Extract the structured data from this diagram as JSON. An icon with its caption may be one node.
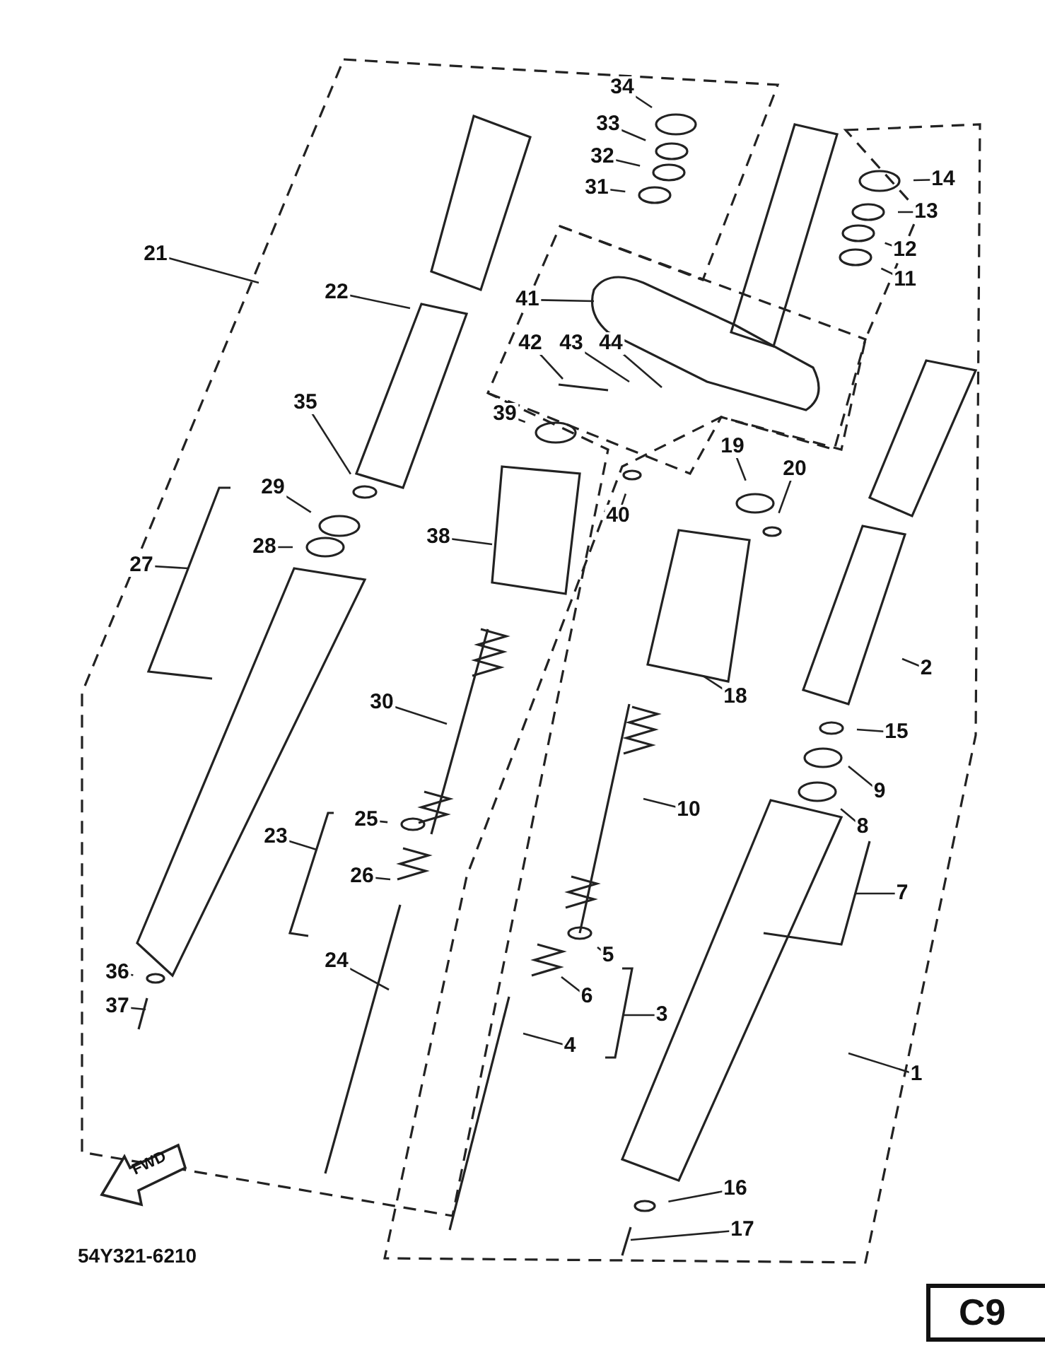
{
  "diagram": {
    "nodes": [
      {
        "text": [
          "1"
        ]
      },
      {
        "text": [
          "2"
        ]
      },
      {
        "text": [
          "3"
        ]
      },
      {
        "text": [
          "4"
        ]
      },
      {
        "text": [
          "5"
        ]
      },
      {
        "text": [
          "6"
        ]
      },
      {
        "text": [
          "7"
        ]
      },
      {
        "text": [
          "8"
        ]
      },
      {
        "text": [
          "9"
        ]
      },
      {
        "text": [
          "10"
        ]
      },
      {
        "text": [
          "11"
        ]
      },
      {
        "text": [
          "12"
        ]
      },
      {
        "text": [
          "13"
        ]
      },
      {
        "text": [
          "14"
        ]
      },
      {
        "text": [
          "15"
        ]
      },
      {
        "text": [
          "16"
        ]
      },
      {
        "text": [
          "17"
        ]
      },
      {
        "text": [
          "18"
        ]
      },
      {
        "text": [
          "19"
        ]
      },
      {
        "text": [
          "20"
        ]
      },
      {
        "text": [
          "21"
        ]
      },
      {
        "text": [
          "22"
        ]
      },
      {
        "text": [
          "23"
        ]
      },
      {
        "text": [
          "24"
        ]
      },
      {
        "text": [
          "25"
        ]
      },
      {
        "text": [
          "26"
        ]
      },
      {
        "text": [
          "27"
        ]
      },
      {
        "text": [
          "28"
        ]
      },
      {
        "text": [
          "29"
        ]
      },
      {
        "text": [
          "30"
        ]
      },
      {
        "text": [
          "31"
        ]
      },
      {
        "text": [
          "32"
        ]
      },
      {
        "text": [
          "33"
        ]
      },
      {
        "text": [
          "34"
        ]
      },
      {
        "text": [
          "35"
        ]
      },
      {
        "text": [
          "36"
        ]
      },
      {
        "text": [
          "37"
        ]
      },
      {
        "text": [
          "38"
        ]
      },
      {
        "text": [
          "39"
        ]
      },
      {
        "text": [
          "40"
        ]
      },
      {
        "text": [
          "41"
        ]
      },
      {
        "text": [
          "42"
        ]
      },
      {
        "text": [
          "43"
        ]
      },
      {
        "text": [
          "44"
        ]
      },
      {
        "text": [],
        "shape": "bracket"
      },
      {
        "text": [],
        "shape": "bracket"
      },
      {
        "text": [],
        "shape": "bracket"
      },
      {
        "text": [],
        "shape": "bracket"
      }
    ],
    "edges": [
      {
        "from": 0,
        "to": null,
        "arrow": "none"
      },
      {
        "from": 1,
        "to": null,
        "arrow": "none"
      },
      {
        "from": 2,
        "to": 46,
        "arrow": "none"
      },
      {
        "from": 3,
        "to": null,
        "arrow": "none"
      },
      {
        "from": 4,
        "to": null,
        "arrow": "none"
      },
      {
        "from": 5,
        "to": null,
        "arrow": "none"
      },
      {
        "from": 6,
        "to": 47,
        "arrow": "none"
      },
      {
        "from": 7,
        "to": null,
        "arrow": "none"
      },
      {
        "from": 8,
        "to": null,
        "arrow": "none"
      },
      {
        "from": 9,
        "to": null,
        "arrow": "none"
      },
      {
        "from": 10,
        "to": null,
        "arrow": "none"
      },
      {
        "from": 11,
        "to": null,
        "arrow": "none"
      },
      {
        "from": 12,
        "to": null,
        "arrow": "none"
      },
      {
        "from": 13,
        "to": null,
        "arrow": "none"
      },
      {
        "from": 14,
        "to": null,
        "arrow": "none"
      },
      {
        "from": 15,
        "to": null,
        "arrow": "none"
      },
      {
        "from": 16,
        "to": null,
        "arrow": "none"
      },
      {
        "from": 17,
        "to": null,
        "arrow": "none"
      },
      {
        "from": 18,
        "to": null,
        "arrow": "none"
      },
      {
        "from": 19,
        "to": null,
        "arrow": "none"
      },
      {
        "from": 20,
        "to": null,
        "arrow": "none"
      },
      {
        "from": 21,
        "to": null,
        "arrow": "none"
      },
      {
        "from": 22,
        "to": 45,
        "arrow": "none"
      },
      {
        "from": 23,
        "to": null,
        "arrow": "none"
      },
      {
        "from": 24,
        "to": null,
        "arrow": "none"
      },
      {
        "from": 25,
        "to": null,
        "arrow": "none"
      },
      {
        "from": 26,
        "to": 44,
        "arrow": "none"
      },
      {
        "from": 27,
        "to": null,
        "arrow": "none"
      },
      {
        "from": 28,
        "to": null,
        "arrow": "none"
      },
      {
        "from": 29,
        "to": null,
        "arrow": "none"
      },
      {
        "from": 30,
        "to": null,
        "arrow": "none"
      },
      {
        "from": 31,
        "to": null,
        "arrow": "none"
      },
      {
        "from": 32,
        "to": null,
        "arrow": "none"
      },
      {
        "from": 33,
        "to": null,
        "arrow": "none"
      },
      {
        "from": 34,
        "to": null,
        "arrow": "none"
      },
      {
        "from": 35,
        "to": null,
        "arrow": "none"
      },
      {
        "from": 36,
        "to": null,
        "arrow": "none"
      },
      {
        "from": 37,
        "to": null,
        "arrow": "none"
      },
      {
        "from": 38,
        "to": null,
        "arrow": "none"
      },
      {
        "from": 39,
        "to": null,
        "arrow": "none"
      },
      {
        "from": 40,
        "to": null,
        "arrow": "none"
      },
      {
        "from": 41,
        "to": null,
        "arrow": "none"
      },
      {
        "from": 42,
        "to": null,
        "arrow": "none"
      },
      {
        "from": 43,
        "to": null,
        "arrow": "none"
      }
    ],
    "labels": [
      "FWD",
      "54Y321-6210",
      "C9"
    ]
  }
}
